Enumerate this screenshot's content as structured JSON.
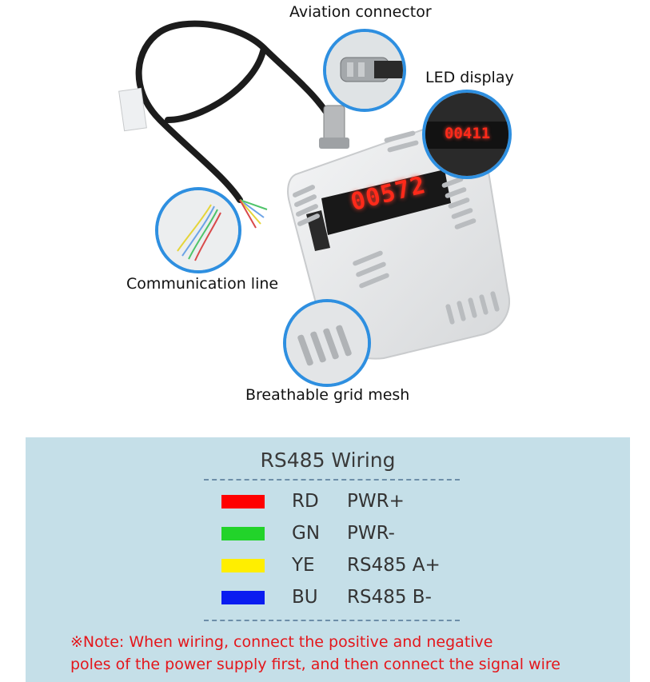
{
  "callouts": {
    "aviation_connector": "Aviation connector",
    "led_display": "LED display",
    "communication_line": "Communication line",
    "breathable_mesh": "Breathable grid mesh"
  },
  "displays": {
    "main_reading": "00572",
    "zoom_reading": "00411"
  },
  "wiring": {
    "title": "RS485 Wiring",
    "rows": [
      {
        "code": "RD",
        "function": "PWR+",
        "color": "#ff0000"
      },
      {
        "code": "GN",
        "function": "PWR-",
        "color": "#22d32a"
      },
      {
        "code": "YE",
        "function": "RS485 A+",
        "color": "#ffee00"
      },
      {
        "code": "BU",
        "function": "RS485 B-",
        "color": "#0a1cf0"
      }
    ],
    "note_line1": "※Note: When wiring, connect the positive and negative",
    "note_line2": "poles of the power supply first, and then connect the signal wire"
  },
  "colors": {
    "bubble_border": "#2e8fe0",
    "panel_bg": "#c5dfe8",
    "note_text": "#e4161b",
    "led_red": "#ff2a1a"
  }
}
